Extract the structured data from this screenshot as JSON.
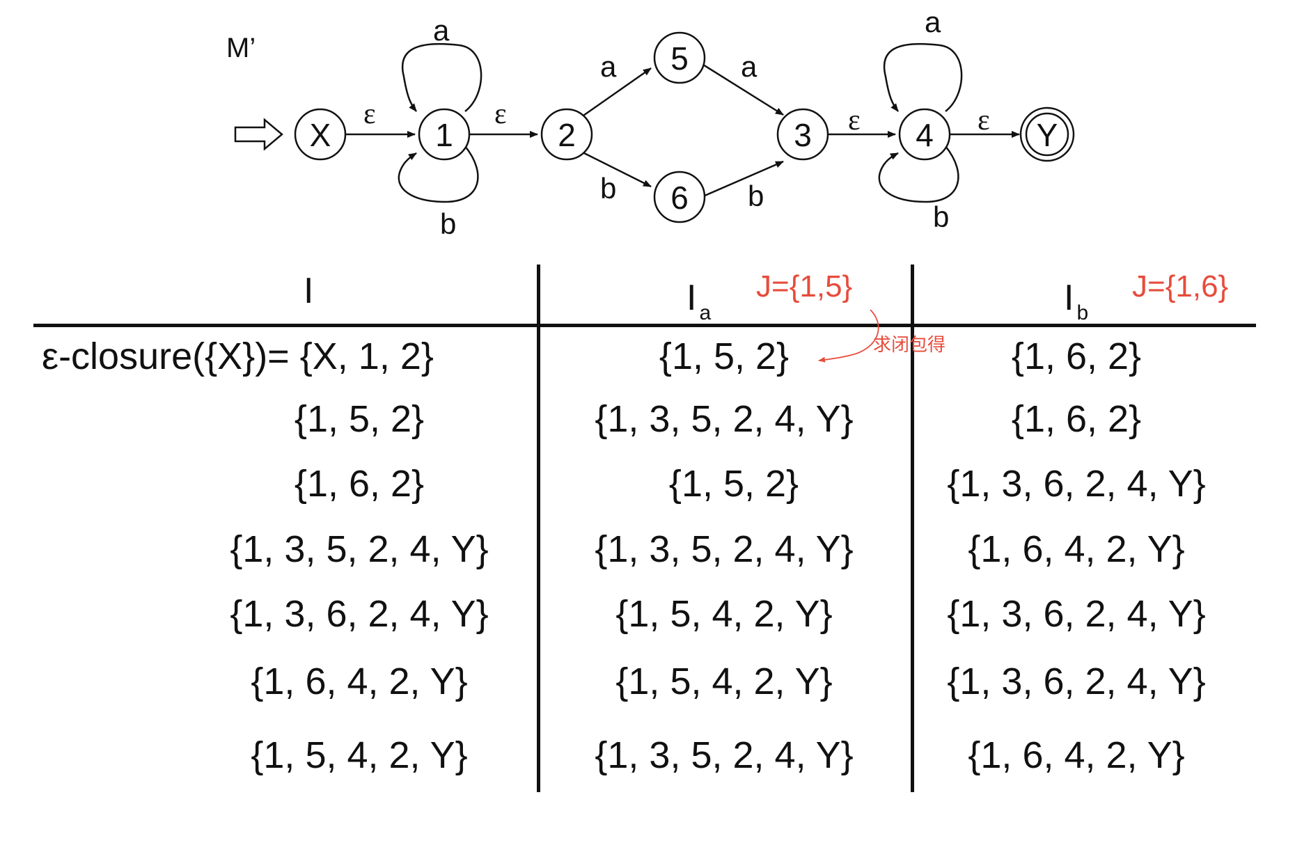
{
  "machine_label": "M’",
  "states": [
    {
      "id": "X",
      "label": "X"
    },
    {
      "id": "1",
      "label": "1"
    },
    {
      "id": "2",
      "label": "2"
    },
    {
      "id": "5",
      "label": "5"
    },
    {
      "id": "6",
      "label": "6"
    },
    {
      "id": "3",
      "label": "3"
    },
    {
      "id": "4",
      "label": "4"
    },
    {
      "id": "Y",
      "label": "Y",
      "final": true
    }
  ],
  "transitions": [
    {
      "from": "X",
      "to": "1",
      "label": "ε"
    },
    {
      "from": "1",
      "to": "1",
      "label": "a"
    },
    {
      "from": "1",
      "to": "1",
      "label": "b"
    },
    {
      "from": "1",
      "to": "2",
      "label": "ε"
    },
    {
      "from": "2",
      "to": "5",
      "label": "a"
    },
    {
      "from": "2",
      "to": "6",
      "label": "b"
    },
    {
      "from": "5",
      "to": "3",
      "label": "a"
    },
    {
      "from": "6",
      "to": "3",
      "label": "b"
    },
    {
      "from": "3",
      "to": "4",
      "label": "ε"
    },
    {
      "from": "4",
      "to": "4",
      "label": "a"
    },
    {
      "from": "4",
      "to": "4",
      "label": "b"
    },
    {
      "from": "4",
      "to": "Y",
      "label": "ε"
    }
  ],
  "table": {
    "headers": {
      "col_i": "I",
      "col_ia": "I",
      "col_ia_sub": "a",
      "col_ib": "I",
      "col_ib_sub": "b"
    },
    "notes": {
      "ia_j": "J={1,5}",
      "ib_j": "J={1,6}",
      "closure_note": "求闭包得"
    },
    "rows": [
      {
        "i": "ε-closure({X})= {X, 1, 2}",
        "ia": "{1, 5, 2}",
        "ib": "{1, 6, 2}"
      },
      {
        "i": "{1, 5, 2}",
        "ia": "{1, 3, 5, 2, 4, Y}",
        "ib": "{1, 6, 2}"
      },
      {
        "i": "{1, 6, 2}",
        "ia": "{1, 5, 2}",
        "ib": "{1, 3, 6, 2, 4, Y}"
      },
      {
        "i": "{1, 3, 5, 2, 4, Y}",
        "ia": "{1, 3, 5, 2, 4, Y}",
        "ib": "{1, 6, 4, 2, Y}"
      },
      {
        "i": "{1, 3, 6, 2, 4, Y}",
        "ia": "{1, 5, 4, 2, Y}",
        "ib": "{1, 3, 6, 2, 4, Y}"
      },
      {
        "i": "{1, 6, 4, 2, Y}",
        "ia": "{1, 5, 4, 2, Y}",
        "ib": "{1, 3, 6, 2, 4, Y}"
      },
      {
        "i": "{1, 5, 4, 2, Y}",
        "ia": "{1, 3, 5, 2, 4, Y}",
        "ib": "{1, 6, 4, 2, Y}"
      }
    ]
  }
}
